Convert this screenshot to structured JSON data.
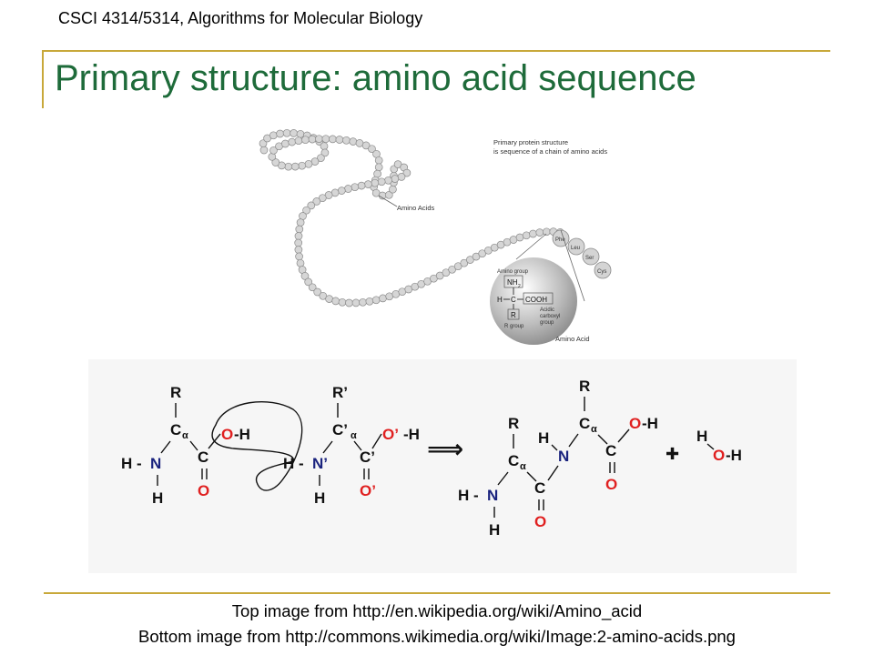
{
  "header": {
    "course": "CSCI 4314/5314, Algorithms for Molecular Biology",
    "title": "Primary structure: amino acid sequence"
  },
  "top_figure": {
    "caption_line1": "Primary protein structure",
    "caption_line2": "is sequence of a chain of amino acids",
    "label_amino_acids": "Amino Acids",
    "beads": [
      "Phe",
      "Leu",
      "Ser",
      "Cys"
    ],
    "inset_amino_group": "Amino group",
    "inset_nh2": "NH",
    "inset_nh2_sub": "2",
    "inset_h": "H",
    "inset_c": "C",
    "inset_cooh": "COOH",
    "inset_r": "R",
    "inset_r_group": "R group",
    "inset_acidic_1": "Acidic",
    "inset_acidic_2": "carboxyl",
    "inset_acidic_3": "group",
    "label_amino_acid": "Amino Acid"
  },
  "bottom_figure": {
    "R": "R",
    "R_prime": "R’",
    "C_alpha": "C",
    "alpha": "α",
    "C_alpha_prime": "C’",
    "C": "C",
    "C_prime": "C’",
    "O": "O",
    "O_prime": "O’",
    "OH": "-H",
    "O_H_left": "O",
    "O_prime_H": "O’",
    "H": "H",
    "H_dash": "H -",
    "N": "N",
    "N_prime": "N’",
    "arrow": "⟹",
    "plus": "✚"
  },
  "credits": {
    "top": "Top image from http://en.wikipedia.org/wiki/Amino_acid",
    "bottom": "Bottom image from http://commons.wikimedia.org/wiki/Image:2-amino-acids.png"
  },
  "colors": {
    "title_green": "#1e6b3a",
    "rule_gold": "#c8a83a",
    "atom_red": "#e02020",
    "atom_blue": "#1a237e"
  }
}
